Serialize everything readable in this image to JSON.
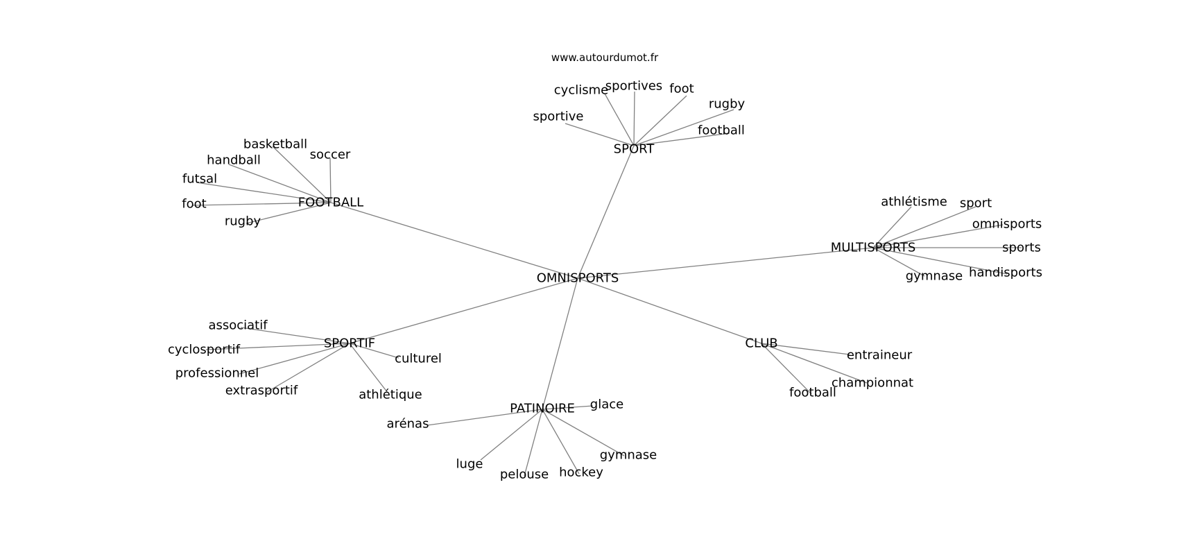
{
  "site": "www.autourdumot.fr",
  "center": "OMNISPORTS",
  "edge_color": "#808080",
  "clusters": [
    {
      "id": "sport",
      "label": "SPORT",
      "words": [
        "cyclisme",
        "sportives",
        "foot",
        "rugby",
        "sportive",
        "football"
      ]
    },
    {
      "id": "football",
      "label": "FOOTBALL",
      "words": [
        "basketball",
        "soccer",
        "handball",
        "futsal",
        "foot",
        "rugby"
      ]
    },
    {
      "id": "multisports",
      "label": "MULTISPORTS",
      "words": [
        "athlétisme",
        "sport",
        "omnisports",
        "sports",
        "handisports",
        "gymnase"
      ]
    },
    {
      "id": "sportif",
      "label": "SPORTIF",
      "words": [
        "associatif",
        "cyclosportif",
        "professionnel",
        "extrasportif",
        "culturel",
        "athlétique"
      ]
    },
    {
      "id": "club",
      "label": "CLUB",
      "words": [
        "entraineur",
        "championnat",
        "football"
      ]
    },
    {
      "id": "patinoire",
      "label": "PATINOIRE",
      "words": [
        "glace",
        "arénas",
        "luge",
        "pelouse",
        "hockey",
        "gymnase"
      ]
    }
  ]
}
